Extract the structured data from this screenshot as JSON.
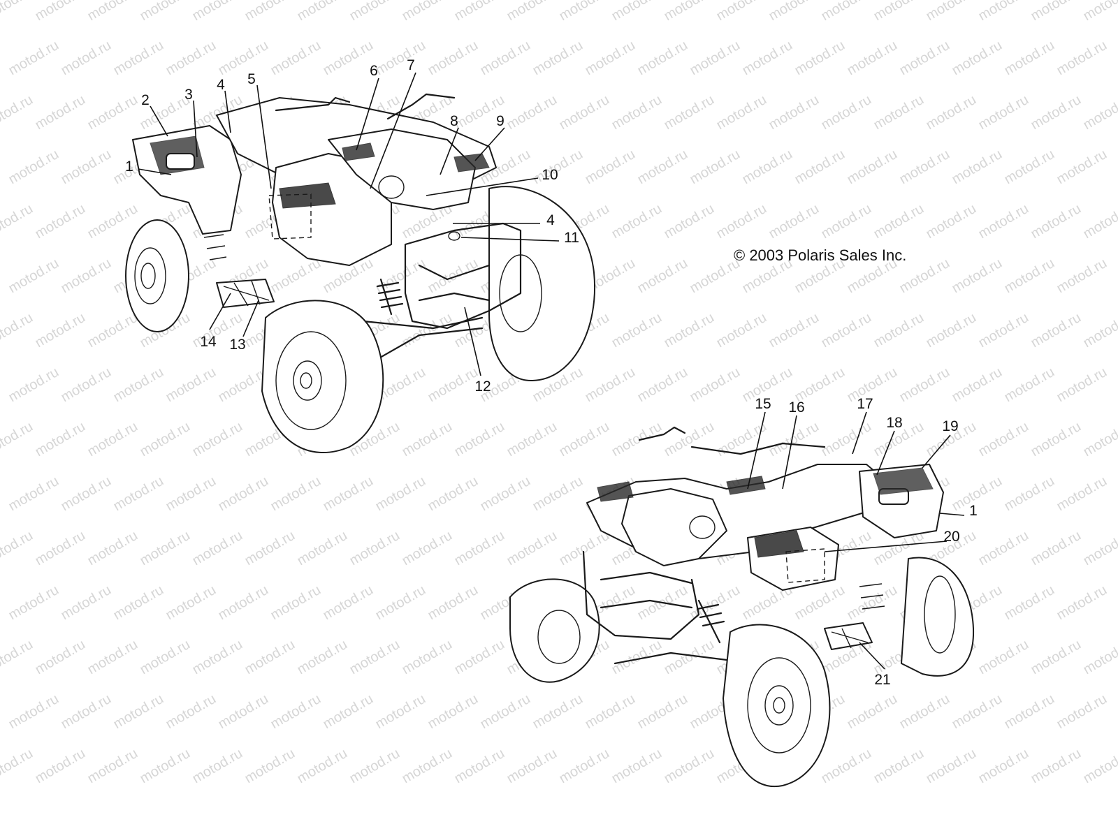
{
  "watermark": "motod.ru",
  "copyright": "© 2003 Polaris Sales Inc.",
  "callouts_top": [
    {
      "n": "1"
    },
    {
      "n": "2"
    },
    {
      "n": "3"
    },
    {
      "n": "4"
    },
    {
      "n": "5"
    },
    {
      "n": "6"
    },
    {
      "n": "7"
    },
    {
      "n": "8"
    },
    {
      "n": "9"
    },
    {
      "n": "10"
    },
    {
      "n": "4"
    },
    {
      "n": "11"
    },
    {
      "n": "12"
    },
    {
      "n": "13"
    },
    {
      "n": "14"
    }
  ],
  "callouts_bottom": [
    {
      "n": "15"
    },
    {
      "n": "16"
    },
    {
      "n": "17"
    },
    {
      "n": "18"
    },
    {
      "n": "19"
    },
    {
      "n": "1"
    },
    {
      "n": "20"
    },
    {
      "n": "21"
    }
  ],
  "icons": {
    "vehicle_rear_view": "atv-rear-quarter-illustration",
    "vehicle_front_view": "atv-front-quarter-illustration"
  }
}
